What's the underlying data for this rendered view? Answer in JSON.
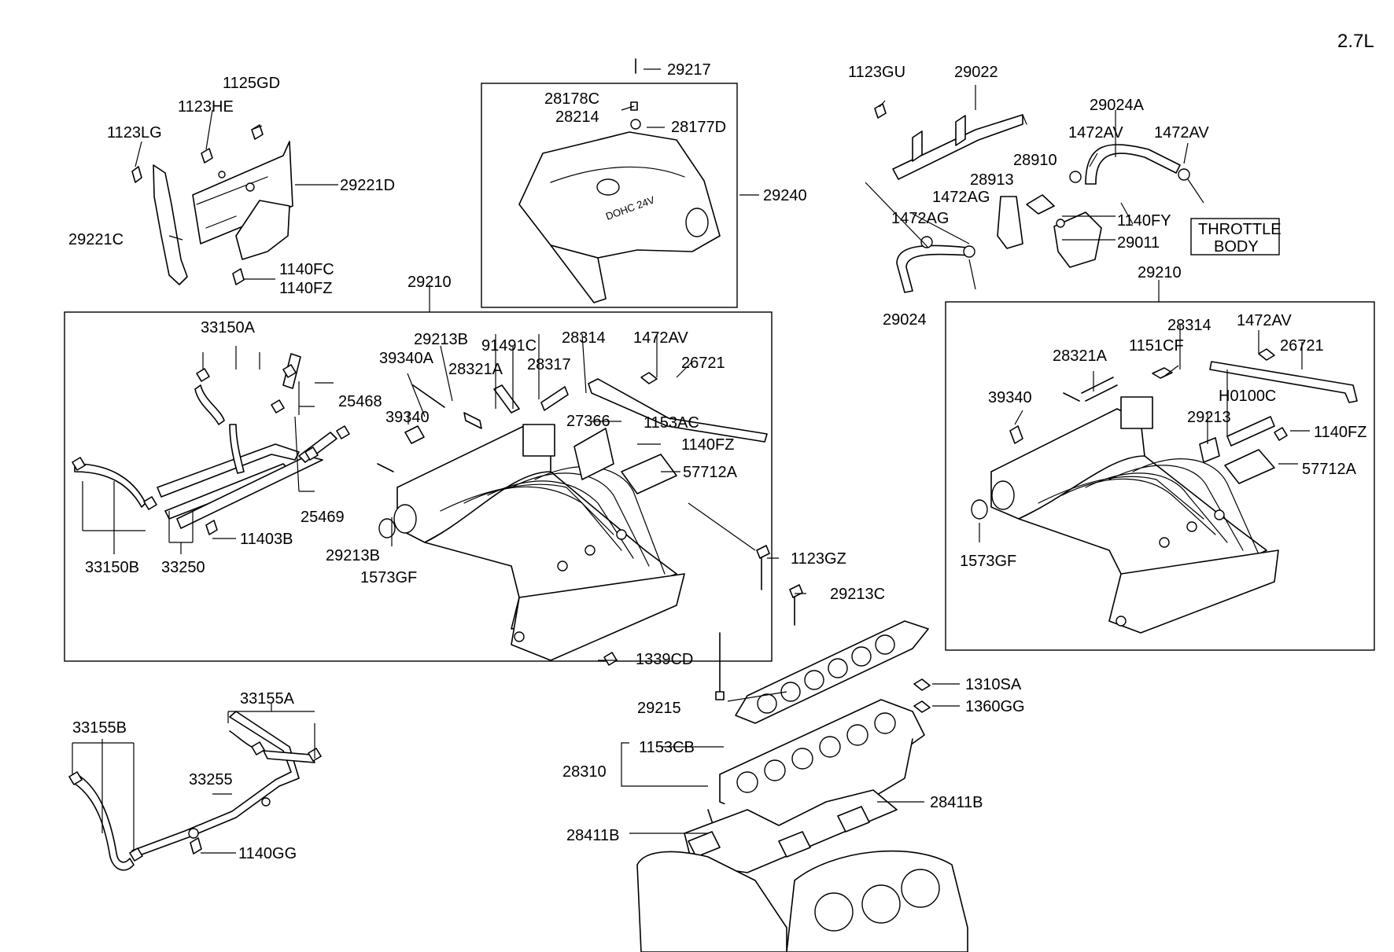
{
  "engine_label": "2.7L",
  "boxes": {
    "intake_manifold": "29210",
    "intake_manifold_right": "29210",
    "engine_cover": "29240"
  },
  "cover_text": "DOHC 24V",
  "throttle_body": {
    "line1": "THROTTLE",
    "line2": "BODY"
  },
  "parts": [
    {
      "id": "p1",
      "text": "1125GD"
    },
    {
      "id": "p2",
      "text": "1123HE"
    },
    {
      "id": "p3",
      "text": "1123LG"
    },
    {
      "id": "p4",
      "text": "29221D"
    },
    {
      "id": "p5",
      "text": "29221C"
    },
    {
      "id": "p6",
      "text": "1140FC"
    },
    {
      "id": "p7",
      "text": "1140FZ"
    },
    {
      "id": "p8",
      "text": "29217"
    },
    {
      "id": "p9",
      "text": "28178C"
    },
    {
      "id": "p10",
      "text": "28214"
    },
    {
      "id": "p11",
      "text": "28177D"
    },
    {
      "id": "p12",
      "text": "1123GU"
    },
    {
      "id": "p13",
      "text": "29022"
    },
    {
      "id": "p14",
      "text": "29024A"
    },
    {
      "id": "p15",
      "text": "1472AV"
    },
    {
      "id": "p16",
      "text": "1472AV"
    },
    {
      "id": "p17",
      "text": "28910"
    },
    {
      "id": "p18",
      "text": "28913"
    },
    {
      "id": "p19",
      "text": "1472AG"
    },
    {
      "id": "p20",
      "text": "1472AG"
    },
    {
      "id": "p21",
      "text": "1140FY"
    },
    {
      "id": "p22",
      "text": "29011"
    },
    {
      "id": "p23",
      "text": "29024"
    },
    {
      "id": "p24",
      "text": "33150A"
    },
    {
      "id": "p25",
      "text": "25468"
    },
    {
      "id": "p26",
      "text": "25469"
    },
    {
      "id": "p27",
      "text": "33150B"
    },
    {
      "id": "p28",
      "text": "33250"
    },
    {
      "id": "p29",
      "text": "11403B"
    },
    {
      "id": "p30",
      "text": "29213B"
    },
    {
      "id": "p31",
      "text": "91491C"
    },
    {
      "id": "p32",
      "text": "28314"
    },
    {
      "id": "p33",
      "text": "1472AV"
    },
    {
      "id": "p34",
      "text": "39340A"
    },
    {
      "id": "p35",
      "text": "28321A"
    },
    {
      "id": "p36",
      "text": "28317"
    },
    {
      "id": "p37",
      "text": "26721"
    },
    {
      "id": "p38",
      "text": "39340"
    },
    {
      "id": "p39",
      "text": "27366"
    },
    {
      "id": "p40",
      "text": "1153AC"
    },
    {
      "id": "p41",
      "text": "1140FZ"
    },
    {
      "id": "p42",
      "text": "57712A"
    },
    {
      "id": "p43",
      "text": "29213B"
    },
    {
      "id": "p44",
      "text": "1573GF"
    },
    {
      "id": "p45",
      "text": "1123GZ"
    },
    {
      "id": "p46",
      "text": "29213C"
    },
    {
      "id": "p47",
      "text": "1339CD"
    },
    {
      "id": "p48",
      "text": "28314"
    },
    {
      "id": "p49",
      "text": "1472AV"
    },
    {
      "id": "p50",
      "text": "28321A"
    },
    {
      "id": "p51",
      "text": "1151CF"
    },
    {
      "id": "p52",
      "text": "26721"
    },
    {
      "id": "p53",
      "text": "39340"
    },
    {
      "id": "p54",
      "text": "H0100C"
    },
    {
      "id": "p55",
      "text": "29213"
    },
    {
      "id": "p56",
      "text": "1140FZ"
    },
    {
      "id": "p57",
      "text": "57712A"
    },
    {
      "id": "p58",
      "text": "1573GF"
    },
    {
      "id": "p59",
      "text": "33155A"
    },
    {
      "id": "p60",
      "text": "33155B"
    },
    {
      "id": "p61",
      "text": "33255"
    },
    {
      "id": "p62",
      "text": "1140GG"
    },
    {
      "id": "p63",
      "text": "1310SA"
    },
    {
      "id": "p64",
      "text": "29215"
    },
    {
      "id": "p65",
      "text": "1360GG"
    },
    {
      "id": "p66",
      "text": "1153CB"
    },
    {
      "id": "p67",
      "text": "28310"
    },
    {
      "id": "p68",
      "text": "28411B"
    },
    {
      "id": "p69",
      "text": "28411B"
    }
  ]
}
